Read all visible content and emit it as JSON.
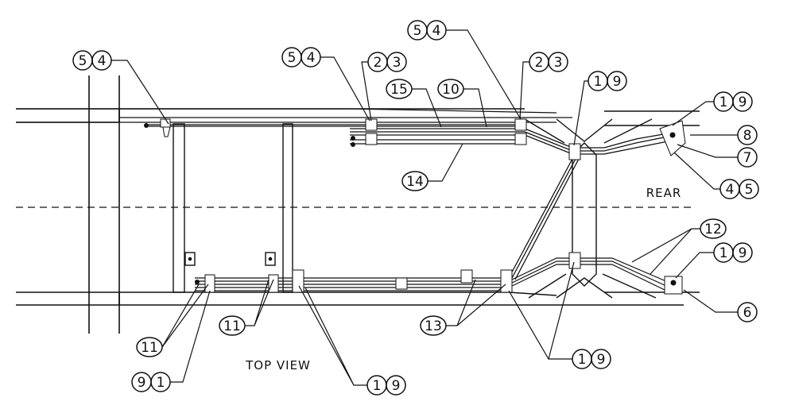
{
  "view_label": "TOP VIEW",
  "side_label": "REAR",
  "callouts": [
    {
      "id": "c1",
      "digits": [
        "5",
        "4"
      ]
    },
    {
      "id": "c2",
      "digits": [
        "5",
        "4"
      ]
    },
    {
      "id": "c3",
      "digits": [
        "2",
        "3"
      ]
    },
    {
      "id": "c4",
      "digits": [
        "5",
        "4"
      ]
    },
    {
      "id": "c5",
      "digits": [
        "2",
        "3"
      ]
    },
    {
      "id": "c6",
      "digits": [
        "15"
      ]
    },
    {
      "id": "c7",
      "digits": [
        "10"
      ]
    },
    {
      "id": "c8",
      "digits": [
        "14"
      ]
    },
    {
      "id": "c9",
      "digits": [
        "1",
        "9"
      ]
    },
    {
      "id": "c10",
      "digits": [
        "1",
        "9"
      ]
    },
    {
      "id": "c11",
      "digits": [
        "8"
      ]
    },
    {
      "id": "c12",
      "digits": [
        "7"
      ]
    },
    {
      "id": "c13",
      "digits": [
        "4",
        "5"
      ]
    },
    {
      "id": "c14",
      "digits": [
        "12"
      ]
    },
    {
      "id": "c15",
      "digits": [
        "1",
        "9"
      ]
    },
    {
      "id": "c16",
      "digits": [
        "6"
      ]
    },
    {
      "id": "c17",
      "digits": [
        "11"
      ]
    },
    {
      "id": "c18",
      "digits": [
        "11"
      ]
    },
    {
      "id": "c19",
      "digits": [
        "9",
        "1"
      ]
    },
    {
      "id": "c20",
      "digits": [
        "1",
        "9"
      ]
    },
    {
      "id": "c21",
      "digits": [
        "13"
      ]
    },
    {
      "id": "c22",
      "digits": [
        "1",
        "9"
      ]
    }
  ]
}
